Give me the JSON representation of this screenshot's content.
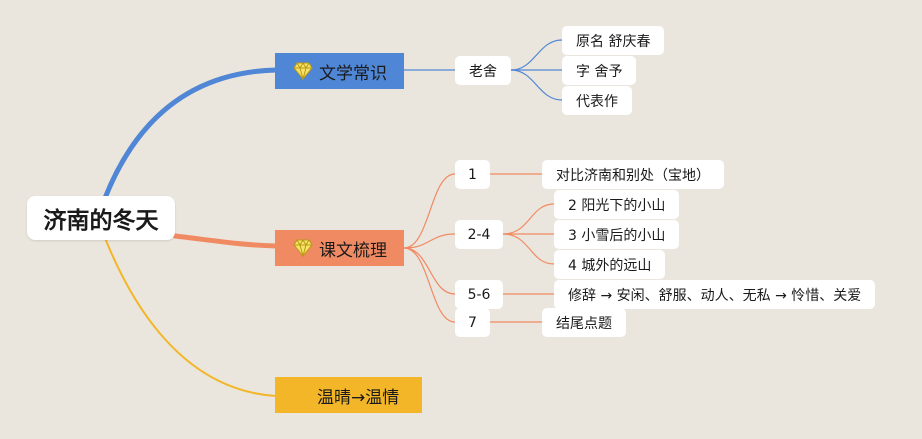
{
  "root": {
    "label": "济南的冬天"
  },
  "branches": [
    {
      "label": "文学常识",
      "icon": "gem-icon",
      "color": "#4f86d6",
      "children": [
        {
          "label": "老舍",
          "children": [
            {
              "label": "原名 舒庆春"
            },
            {
              "label": "字 舍予"
            },
            {
              "label": "代表作"
            }
          ]
        }
      ]
    },
    {
      "label": "课文梳理",
      "icon": "gem-icon",
      "color": "#f08a63",
      "children": [
        {
          "label": "1",
          "children": [
            {
              "label": "对比济南和别处（宝地）"
            }
          ]
        },
        {
          "label": "2-4",
          "children": [
            {
              "label": "2 阳光下的小山"
            },
            {
              "label": "3 小雪后的小山"
            },
            {
              "label": "4 城外的远山"
            }
          ]
        },
        {
          "label": "5-6",
          "children": [
            {
              "label": "修辞 → 安闲、舒服、动人、无私 → 怜惜、关爱"
            }
          ]
        },
        {
          "label": "7",
          "children": [
            {
              "label": "结尾点题"
            }
          ]
        }
      ]
    },
    {
      "label": "温晴→温情",
      "color": "#f2b628",
      "children": []
    }
  ]
}
